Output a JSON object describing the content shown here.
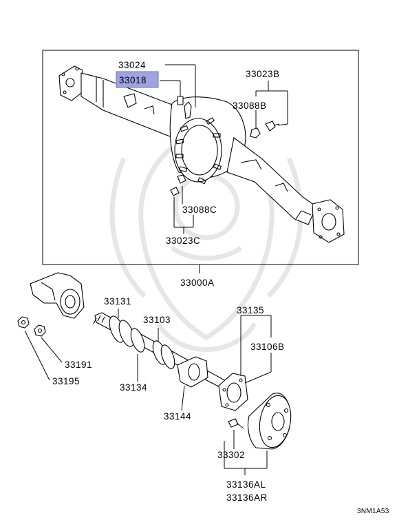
{
  "labels": {
    "p33024": "33024",
    "p33018": "33018",
    "p33023B": "33023B",
    "p33088B": "33088B",
    "p33088C": "33088C",
    "p33023C": "33023C",
    "p33000A": "33000A",
    "p33131": "33131",
    "p33103": "33103",
    "p33135": "33135",
    "p33106B": "33106B",
    "p33191": "33191",
    "p33195": "33195",
    "p33134": "33134",
    "p33144": "33144",
    "p33302": "33302",
    "p33136AL": "33136AL",
    "p33136AR": "33136AR"
  },
  "diagram_code": "3NM1A53",
  "highlight_color": "#9fa3df"
}
